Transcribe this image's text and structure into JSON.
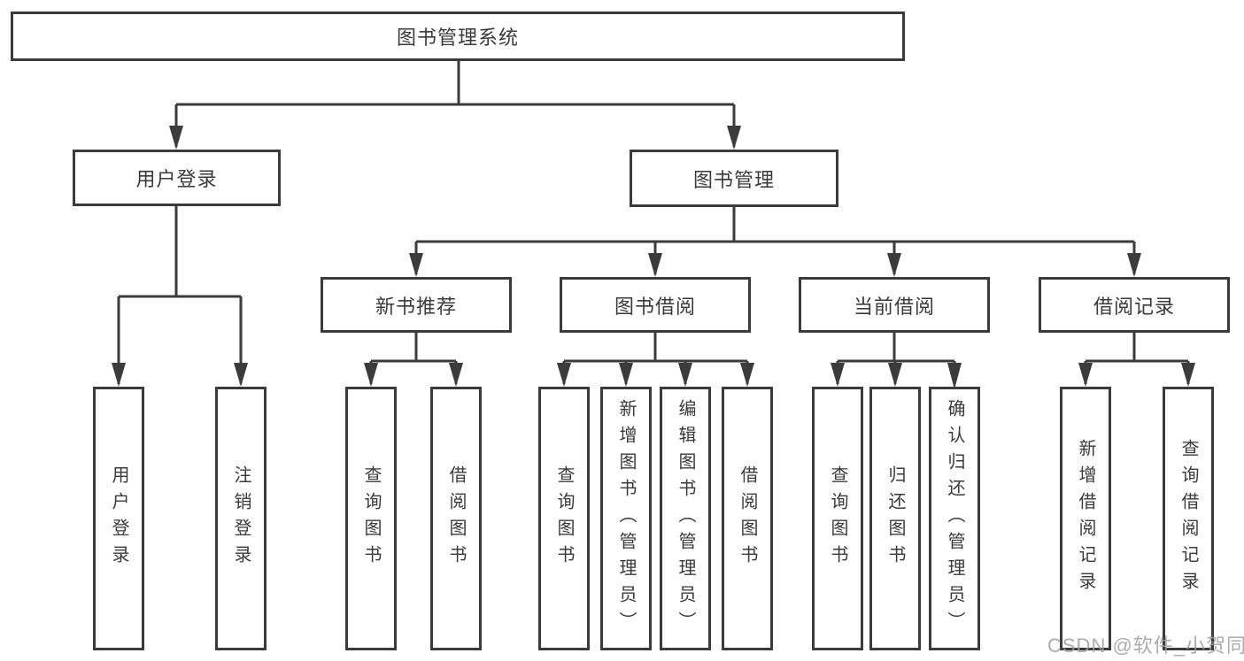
{
  "diagram_type": "functional-structure-tree",
  "colors": {
    "line": "#3b3b3b",
    "text": "#3a3a3a",
    "background": "#ffffff",
    "watermark": "#9e9e9e"
  },
  "watermark": {
    "text": "CSDN @软件_小贺同学"
  },
  "tree": {
    "root": {
      "label": "图书管理系统",
      "children": [
        {
          "label": "用户登录",
          "children": [
            {
              "label": "用户登录"
            },
            {
              "label": "注销登录"
            }
          ]
        },
        {
          "label": "图书管理",
          "children": [
            {
              "label": "新书推荐",
              "children": [
                {
                  "label": "查询图书"
                },
                {
                  "label": "借阅图书"
                }
              ]
            },
            {
              "label": "图书借阅",
              "children": [
                {
                  "label": "查询图书"
                },
                {
                  "label": "新增图书（管理员）"
                },
                {
                  "label": "编辑图书（管理员）"
                },
                {
                  "label": "借阅图书"
                }
              ]
            },
            {
              "label": "当前借阅",
              "children": [
                {
                  "label": "查询图书"
                },
                {
                  "label": "归还图书"
                },
                {
                  "label": "确认归还（管理员）"
                }
              ]
            },
            {
              "label": "借阅记录",
              "children": [
                {
                  "label": "新增借阅记录"
                },
                {
                  "label": "查询借阅记录"
                }
              ]
            }
          ]
        }
      ]
    }
  }
}
